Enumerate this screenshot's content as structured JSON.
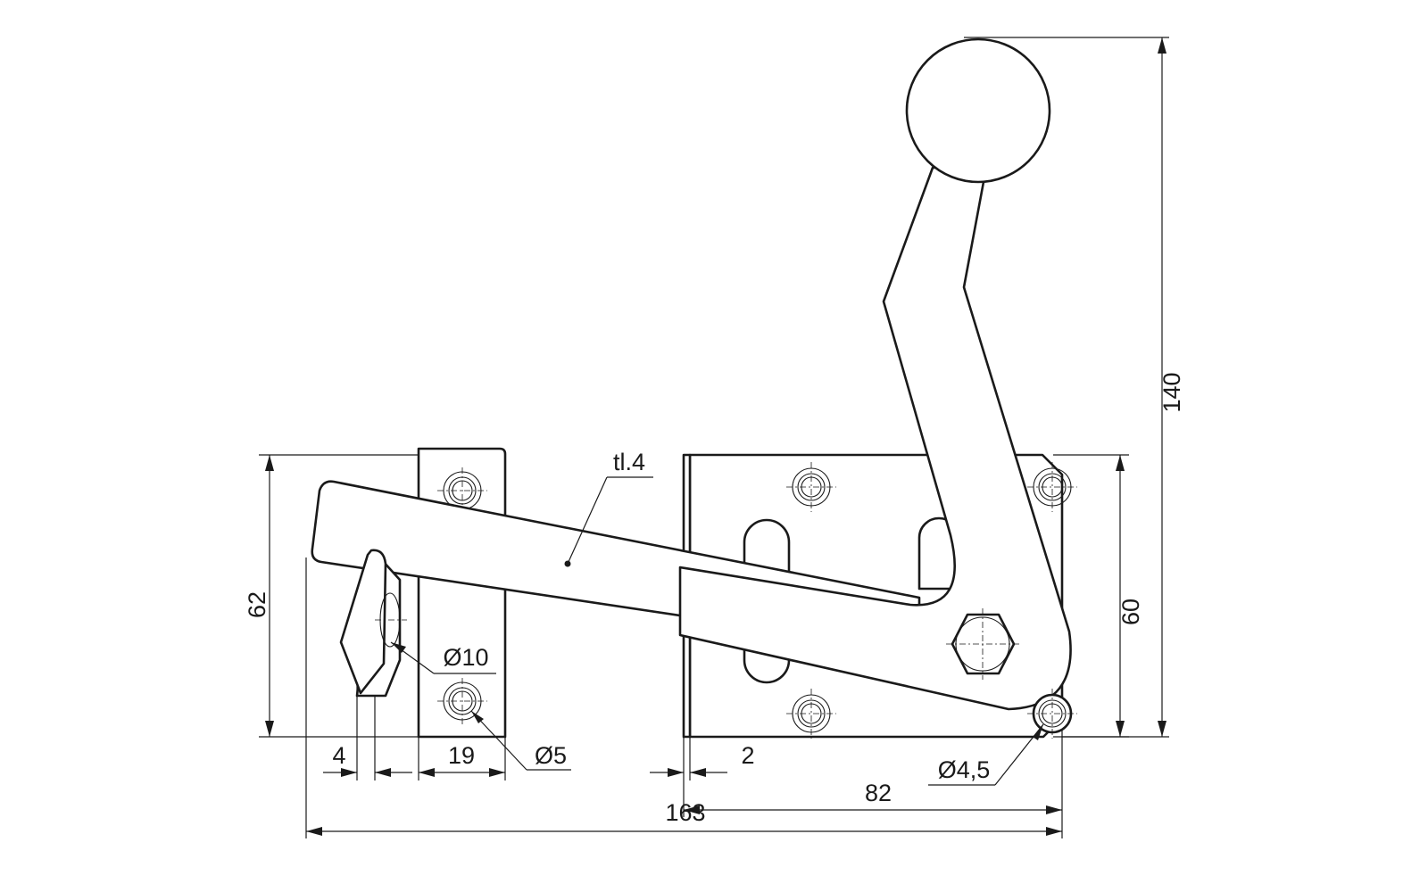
{
  "drawing": {
    "colors": {
      "line": "#1a1a1a",
      "background": "#ffffff"
    },
    "labels": {
      "thickness": "tl.4",
      "hole_pin": "Ø10",
      "hole_strip": "Ø5",
      "hole_plate": "Ø4,5",
      "dim_total_height": "140",
      "dim_plate_height": "60",
      "dim_left_height": "62",
      "dim_total_width": "163",
      "dim_plate_width": "82",
      "dim_strip_width": "19",
      "dim_pin_width": "4",
      "dim_plate_gap": "2"
    }
  }
}
